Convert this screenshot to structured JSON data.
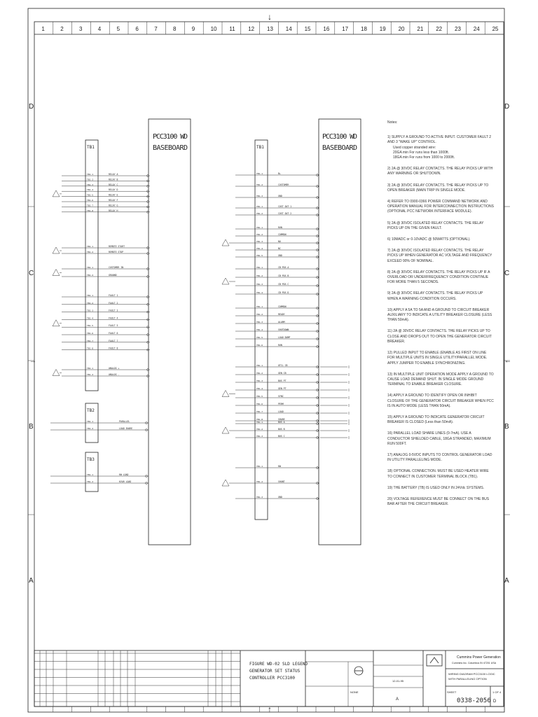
{
  "border": {
    "columns": [
      "1",
      "2",
      "3",
      "4",
      "5",
      "6",
      "7",
      "8",
      "9",
      "10",
      "11",
      "12",
      "13",
      "14",
      "15",
      "16",
      "17",
      "18",
      "19",
      "20",
      "21",
      "22",
      "23",
      "24",
      "25"
    ],
    "rows": [
      "D",
      "C",
      "B",
      "A"
    ]
  },
  "boards": {
    "left": {
      "title_line1": "PCC3100 WD",
      "title_line2": "BASEBOARD"
    },
    "right": {
      "title_line1": "PCC3100 WD",
      "title_line2": "BASEBOARD"
    }
  },
  "connectors": {
    "tb1_left": "TB1",
    "tb2": "TB2",
    "tb3": "TB3",
    "tb1_right": "TB1"
  },
  "wires": {
    "left_group1": [
      "RELAY A",
      "RELAY B",
      "RELAY C",
      "RELAY D",
      "RELAY E",
      "RELAY F",
      "RELAY G",
      "RELAY H"
    ],
    "left_group2": [
      "REMOTE START",
      "REMOTE STOP"
    ],
    "left_group3": [
      "CUSTOMER IN",
      "GROUND"
    ],
    "left_group4": [
      "FAULT 1",
      "FAULT 2",
      "FAULT 3",
      "FAULT 4",
      "FAULT 5",
      "FAULT 6",
      "FAULT 7",
      "FAULT 8"
    ],
    "left_group5": [
      "ANALOG +",
      "ANALOG -"
    ],
    "tb2": [
      "PARALLEL",
      "LOAD SHARE"
    ],
    "tb3": [
      "KW LOAD",
      "KVAR LOAD"
    ],
    "right_group1": [
      "B+",
      "CUSTOMER",
      "GND"
    ],
    "right_group2": [
      "CUST OUT 1",
      "CUST OUT 2"
    ],
    "right_group3": [
      "RUN",
      "COMMON",
      "NO",
      "NC",
      "GND"
    ],
    "right_group4": [
      "CB POS A",
      "CB POS B",
      "CB POS C",
      "CB POS D"
    ],
    "right_group5": [
      "COMMON",
      "READY",
      "ALARM",
      "SHUTDOWN",
      "LOAD DUMP",
      "RUN"
    ],
    "right_group6": [
      "UTIL CB",
      "GEN CB",
      "BUS PT",
      "GEN PT",
      "SYNC",
      "PERM",
      "LOAD",
      "SHARE"
    ],
    "right_group7": [
      "BUS A",
      "BUS B",
      "BUS C"
    ],
    "right_group8": [
      "KW",
      "SHUNT",
      "GND"
    ]
  },
  "notes": {
    "heading": "Notes:",
    "items": [
      {
        "text": "1) SUPPLY A GROUND TO ACTIVE INPUT. CUSTOMER FAULT 2 AND 3 \"WAKE UP\" CONTROL.",
        "sub": [
          "Used copper stranded wire:",
          "20GA min For runs less than 1000ft.",
          "18GA min For runs from 1000 to 2000ft."
        ]
      },
      {
        "text": "2) 2A @ 30VDC RELAY CONTACTS. THE RELAY PICKS UP WITH ANY WARNING OR SHUTDOWN."
      },
      {
        "text": "3) 2A @ 30VDC RELAY CONTACTS. THE RELAY PICKS UP TO OPEN BREAKER (MAIN TRIP IN SINGLE MODE."
      },
      {
        "text": "4) REFER TO 0900-0366 POWER COMMAND NETWORK AND OPERATION MANUAL FOR INTERCONNECTION INSTRUCTIONS (OPTIONAL PCC NETWORK INTERFACE MODULE)."
      },
      {
        "text": "5) 2A @ 30VDC ISOLATED RELAY CONTACTS. THE RELAY PICKS UP ON THE GIVEN FAULT."
      },
      {
        "text": "6) 10MADC or 0-10VADC @ 50WATTS (OPTIONAL)."
      },
      {
        "text": "7) 2A @ 30VDC ISOLATED RELAY CONTACTS. THE RELAY PICKS UP WHEN GENERATOR AC VOLTAGE AND FREQUENCY EXCEED 90% OF NOMINAL."
      },
      {
        "text": "8) 2A @ 30VDC RELAY CONTACTS. THE RELAY PICKS UP IF A OVERLOAD OR UNDERFREQUENCY CONDITION CONTINUE FOR MORE THAN 5 SECONDS."
      },
      {
        "text": "9) 2A @ 30VDC RELAY CONTACTS. THE RELAY PICKS UP WHEN A WARNING CONDITION OCCURS."
      },
      {
        "text": "10) APPLY A 5A TO 5A AND A GROUND TO CIRCUIT BREAKER AUXILIARY TO INDICATE A UTILITY BREAKER CLOSURE (LESS THAN 50mA)."
      },
      {
        "text": "11) 2A @ 30VDC RELAY CONTACTS. THE RELAY PICKS UP TO CLOSE AND DROPS OUT TO OPEN THE GENERATOR CIRCUIT BREAKER."
      },
      {
        "text": "12) PULLED INPUT TO ENABLE (ENABLE AS FIRST ON LINE FOR MULTIPLE UNITS IN SINGLE UTILITY/PARALLEL MODE. APPLY JUMPER TO ENABLE SYNCHRONIZING."
      },
      {
        "text": "13) IN MULTIPLE UNIT OPERATION MODE APPLY A GROUND TO CAUSE LOAD DEMAND SHUT. IN SINGLE MODE GROUND TERMINAL TO ENABLE BREAKER CLOSURE."
      },
      {
        "text": "14) APPLY A GROUND TO IDENTIFY OPEN OR INHIBIT CLOSURE OF THE GENERATOR CIRCUIT BREAKER WHEN PCC IS IN AUTO MODE (LESS THAN 50mA)."
      },
      {
        "text": "15) APPLY A GROUND TO INDICATE GENERATOR CIRCUIT BREAKER IS CLOSED (Less than 50mA)."
      },
      {
        "text": "16) PARALLEL LOAD SHARE LINES (0-7mA). USE A CONDUCTOR SHIELDED CABLE, 18GA STRANDED, MAXIMUM RUN 500FT."
      },
      {
        "text": "17) ANALOG 0-5VDC INPUTS TO CONTROL GENERATOR LOAD IN UTILITY PARALLELING MODE."
      },
      {
        "text": "18) OPTIONAL CONNECTION. MUST BE USED HEATER WIRE TO CONNECT IN CUSTOMER TERMINAL BLOCK (TB1)."
      },
      {
        "text": "19) THE BATTERY (TB) IS USED ONLY IN 24Vdc SYSTEMS."
      },
      {
        "text": "20) VOLTAGE REFERENCE MUST BE CONNECT ON THE BUS BAR AFTER THE CIRCUIT BREAKER."
      }
    ]
  },
  "title_block": {
    "drawing_title_lines": [
      "FIGURE WD-02 SLD LEGEND",
      "GENERATOR SET STATUS",
      "CONTROLLER PCC3100"
    ],
    "company_line1": "Cummins Power Generation",
    "company_line2": "Cummins Inc. Columbus IN 47201 USA",
    "subtitle_line1": "WIRING DIAGRAM PCC3100 LOGIC",
    "subtitle_line2": "WITH PARALLELING OPTION",
    "sheet_label": "SHEET",
    "sheet_no": "1 OF 4",
    "drawing_number": "0338-2056",
    "size": "D",
    "scale": "NONE",
    "date": "12-01-95",
    "revision": "A"
  }
}
